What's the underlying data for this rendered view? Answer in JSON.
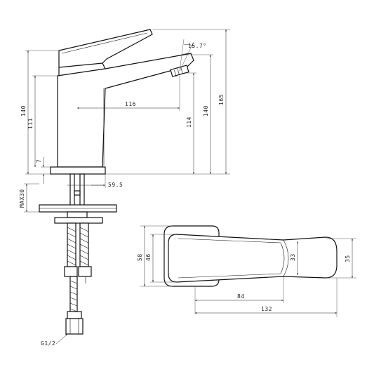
{
  "diagram": {
    "background": "#ffffff",
    "line_color": "#111111",
    "labels": {
      "angle": "15.7°",
      "height_140_left": "140",
      "height_111": "111",
      "height_7": "7",
      "reach_116": "116",
      "spout_114": "114",
      "spout_140": "140",
      "total_165": "165",
      "base_59_5": "59.5",
      "max_30": "MAX30",
      "thread": "G1/2",
      "plan_58": "58",
      "plan_46": "46",
      "plan_33": "33",
      "plan_35": "35",
      "plan_84": "84",
      "plan_132": "132"
    }
  }
}
